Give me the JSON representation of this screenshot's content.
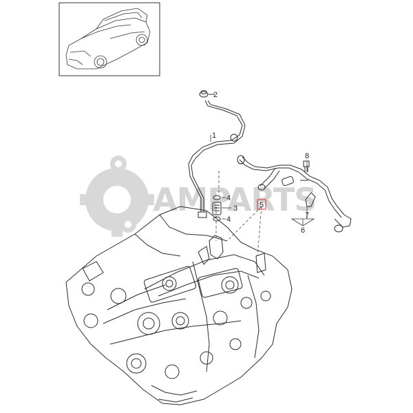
{
  "watermark": {
    "text": "AMPARTS"
  },
  "callouts": [
    {
      "id": "1",
      "label": "1"
    },
    {
      "id": "2",
      "label": "2"
    },
    {
      "id": "3",
      "label": "3"
    },
    {
      "id": "4a",
      "label": "4"
    },
    {
      "id": "4b",
      "label": "4"
    },
    {
      "id": "5",
      "label": "5"
    },
    {
      "id": "6",
      "label": "6"
    },
    {
      "id": "7",
      "label": "7"
    },
    {
      "id": "8",
      "label": "8"
    }
  ],
  "colors": {
    "highlight": "#e02020",
    "line": "#2a2a2a",
    "watermark": "#d4d4d4"
  }
}
